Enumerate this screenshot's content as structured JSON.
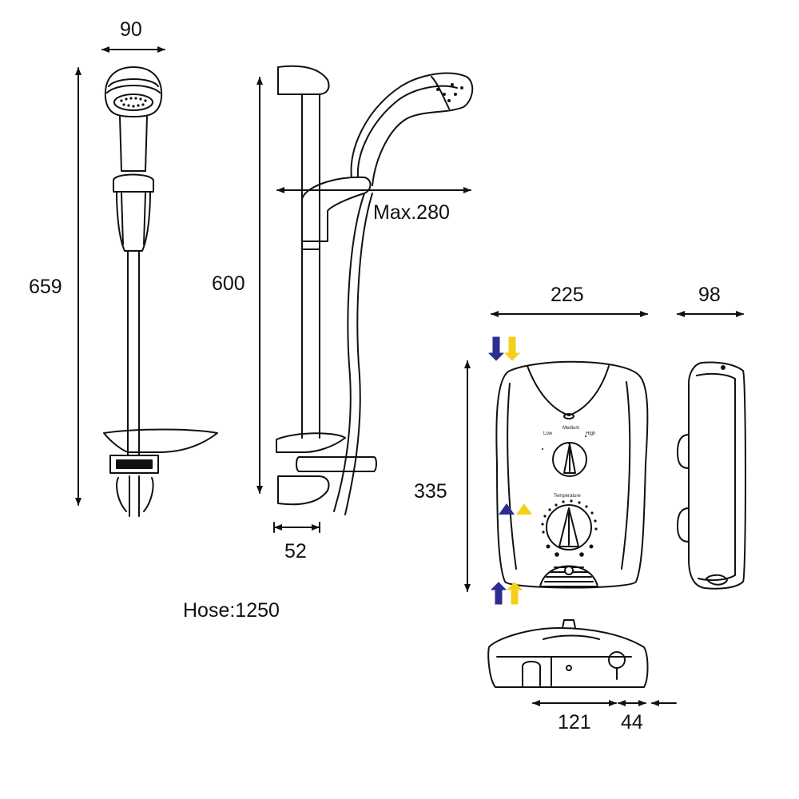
{
  "dimensions": {
    "head_width": "90",
    "total_height": "659",
    "rail_height": "600",
    "max_reach": "Max.280",
    "rail_offset": "52",
    "hose": "Hose:1250",
    "unit_width": "225",
    "unit_depth": "98",
    "unit_height": "335",
    "base_width": "121",
    "base_extra": "44"
  },
  "panel": {
    "power_low": "Low",
    "power_medium": "Medium",
    "power_high": "High",
    "temperature": "Temperature"
  },
  "colors": {
    "cold": "#2b2d8f",
    "hot": "#f5cf1e",
    "line": "#111111"
  }
}
